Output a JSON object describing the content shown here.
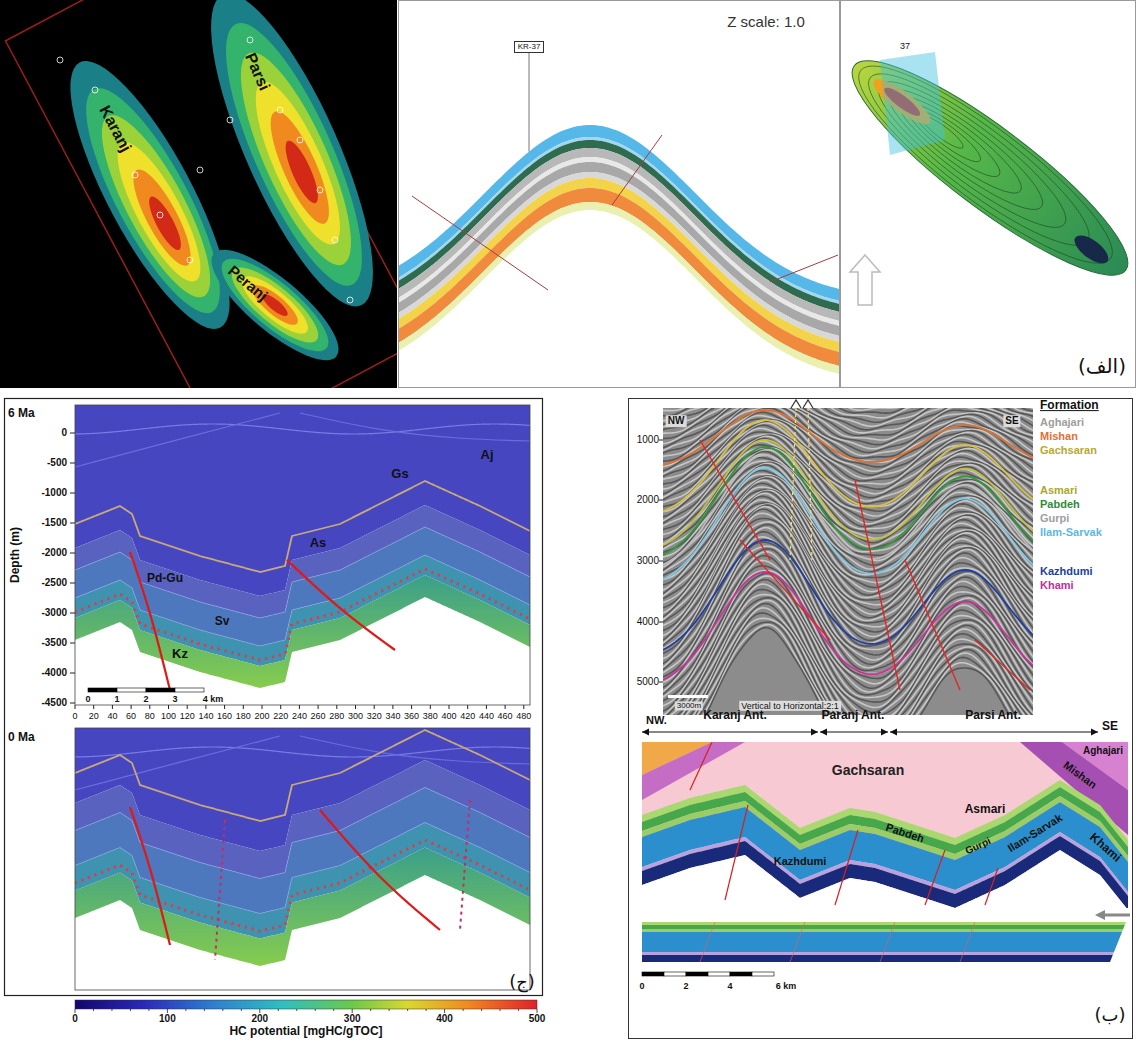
{
  "diagram": {
    "nodes": [
      {
        "text": [
          "KR-37"
        ]
      }
    ],
    "labels": [
      "Karanj",
      "Parsi",
      "Peranj",
      "Z scale: 1.0",
      "37",
      "(الف)",
      "6 Ma",
      "Depth (m)",
      "0",
      "-500",
      "-1000",
      "-1500",
      "-2000",
      "-2500",
      "-3000",
      "-3500",
      "-4000",
      "-4500",
      "Gs",
      "Aj",
      "As",
      "Pd-Gu",
      "Sv",
      "Kz",
      "0",
      "1",
      "2",
      "3",
      "4 km",
      "0",
      "20",
      "40",
      "60",
      "80",
      "100",
      "120",
      "140",
      "160",
      "180",
      "200",
      "220",
      "240",
      "260",
      "280",
      "300",
      "320",
      "340",
      "360",
      "380",
      "400",
      "420",
      "440",
      "460",
      "480",
      "0 Ma",
      "0",
      "100",
      "200",
      "300",
      "400",
      "500",
      "HC potential [mgHC/gTOC]",
      "(ج)",
      "NW",
      "SE",
      "1000",
      "2000",
      "3000",
      "4000",
      "5000",
      "3000m",
      "Vertical to Horizontal:2:1",
      "Formation",
      "Aghajari",
      "Mishan",
      "Gachsaran",
      "Asmari",
      "Pabdeh",
      "Gurpi",
      "Ilam-Sarvak",
      "Kazhdumi",
      "Khami",
      "NW.",
      "Karanj Ant.",
      "Paranj Ant.",
      "Parsi Ant.",
      "SE",
      "Gachsaran",
      "Asmari",
      "Mishan",
      "Aghajari",
      "Pabdeh",
      "Gurpi",
      "Ilam-Sarvak",
      "Khami",
      "Kazhdumi",
      "0",
      "2",
      "4",
      "6 km",
      "(ب)"
    ]
  }
}
